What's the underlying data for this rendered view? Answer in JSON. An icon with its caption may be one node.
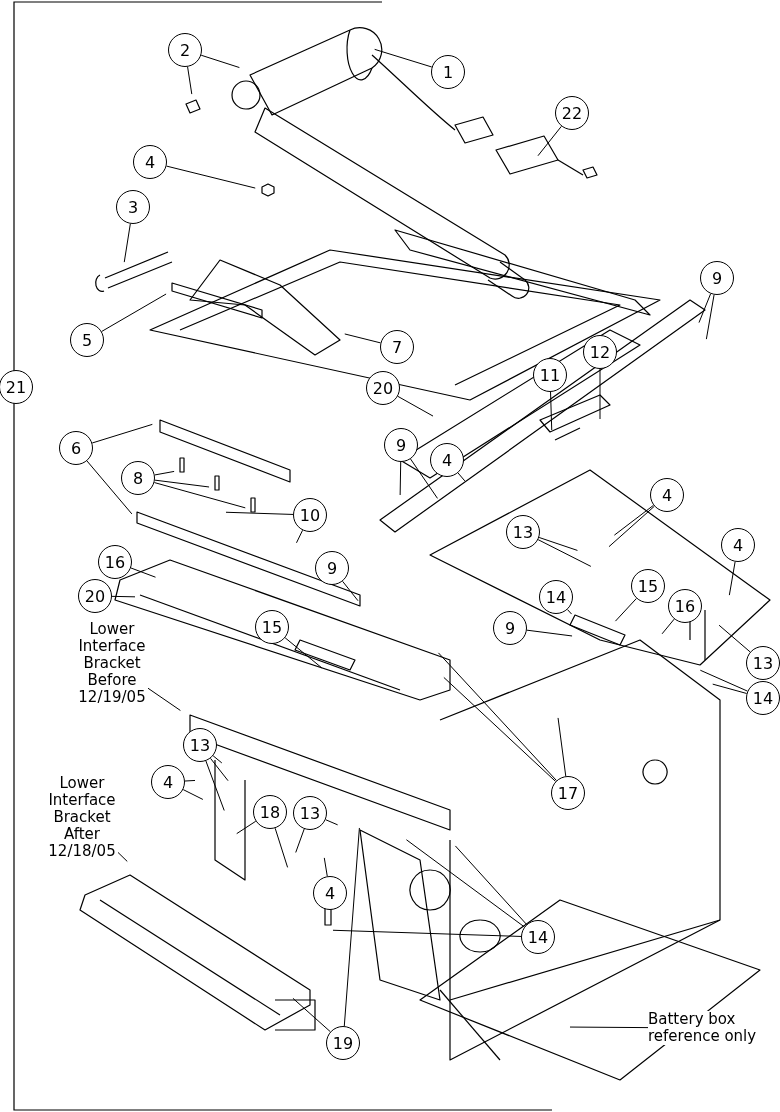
{
  "diagram": {
    "nodes": [
      {
        "text": [
          "2"
        ]
      },
      {
        "text": [
          "9"
        ]
      },
      {
        "text": [
          "1"
        ]
      },
      {
        "text": [
          "22"
        ]
      },
      {
        "text": [
          "4"
        ]
      },
      {
        "text": [
          "3"
        ]
      },
      {
        "text": [
          "5"
        ]
      },
      {
        "text": [
          "7"
        ]
      },
      {
        "text": [
          "12"
        ]
      },
      {
        "text": [
          "11"
        ]
      },
      {
        "text": [
          "21"
        ]
      },
      {
        "text": [
          "20"
        ]
      },
      {
        "text": [
          "9"
        ]
      },
      {
        "text": [
          "6"
        ]
      },
      {
        "text": [
          "4"
        ]
      },
      {
        "text": [
          "8"
        ]
      },
      {
        "text": [
          "4"
        ]
      },
      {
        "text": [
          "10"
        ]
      },
      {
        "text": [
          "13"
        ]
      },
      {
        "text": [
          "4"
        ]
      },
      {
        "text": [
          "16"
        ]
      },
      {
        "text": [
          "9"
        ]
      },
      {
        "text": [
          "15"
        ]
      },
      {
        "text": [
          "14"
        ]
      },
      {
        "text": [
          "20"
        ]
      },
      {
        "text": [
          "16"
        ]
      },
      {
        "text": [
          "9"
        ]
      },
      {
        "text": [
          "15"
        ]
      },
      {
        "text": [
          "Lower Interface Bracket Before 12/19/05"
        ]
      },
      {
        "text": [
          "13"
        ]
      },
      {
        "text": [
          "14"
        ]
      },
      {
        "text": [
          "17"
        ]
      },
      {
        "text": [
          "13"
        ]
      },
      {
        "text": [
          "4"
        ]
      },
      {
        "text": [
          "Lower Interface Bracket After 12/18/05"
        ]
      },
      {
        "text": [
          "18"
        ]
      },
      {
        "text": [
          "13"
        ]
      },
      {
        "text": [
          "4"
        ]
      },
      {
        "text": [
          "14"
        ]
      },
      {
        "text": [
          "Battery box reference only"
        ]
      },
      {
        "text": [
          "19"
        ]
      }
    ],
    "edges": [
      {
        "from": 0,
        "to": null,
        "arrow": "none"
      },
      {
        "from": 0,
        "to": null,
        "arrow": "none"
      },
      {
        "from": 1,
        "to": null,
        "arrow": "none"
      },
      {
        "from": 1,
        "to": null,
        "arrow": "none"
      },
      {
        "from": 2,
        "to": null,
        "arrow": "none"
      },
      {
        "from": 3,
        "to": null,
        "arrow": "none"
      },
      {
        "from": 4,
        "to": null,
        "arrow": "none"
      },
      {
        "from": 5,
        "to": null,
        "arrow": "none"
      },
      {
        "from": 6,
        "to": null,
        "arrow": "none"
      },
      {
        "from": 7,
        "to": null,
        "arrow": "none"
      },
      {
        "from": 8,
        "to": null,
        "arrow": "none"
      },
      {
        "from": 9,
        "to": null,
        "arrow": "none"
      },
      {
        "from": 11,
        "to": null,
        "arrow": "none"
      },
      {
        "from": 12,
        "to": null,
        "arrow": "none"
      },
      {
        "from": 12,
        "to": null,
        "arrow": "none"
      },
      {
        "from": 13,
        "to": null,
        "arrow": "none"
      },
      {
        "from": 13,
        "to": null,
        "arrow": "none"
      },
      {
        "from": 14,
        "to": null,
        "arrow": "none"
      },
      {
        "from": 15,
        "to": null,
        "arrow": "none"
      },
      {
        "from": 15,
        "to": null,
        "arrow": "none"
      },
      {
        "from": 15,
        "to": null,
        "arrow": "none"
      },
      {
        "from": 16,
        "to": null,
        "arrow": "none"
      },
      {
        "from": 16,
        "to": null,
        "arrow": "none"
      },
      {
        "from": 17,
        "to": null,
        "arrow": "none"
      },
      {
        "from": 17,
        "to": null,
        "arrow": "none"
      },
      {
        "from": 18,
        "to": null,
        "arrow": "none"
      },
      {
        "from": 18,
        "to": null,
        "arrow": "none"
      },
      {
        "from": 19,
        "to": null,
        "arrow": "none"
      },
      {
        "from": 20,
        "to": null,
        "arrow": "none"
      },
      {
        "from": 21,
        "to": null,
        "arrow": "none"
      },
      {
        "from": 22,
        "to": null,
        "arrow": "none"
      },
      {
        "from": 23,
        "to": null,
        "arrow": "none"
      },
      {
        "from": 24,
        "to": null,
        "arrow": "none"
      },
      {
        "from": 25,
        "to": null,
        "arrow": "none"
      },
      {
        "from": 26,
        "to": null,
        "arrow": "none"
      },
      {
        "from": 27,
        "to": null,
        "arrow": "none"
      },
      {
        "from": 28,
        "to": null,
        "arrow": "none"
      },
      {
        "from": 29,
        "to": null,
        "arrow": "none"
      },
      {
        "from": 30,
        "to": null,
        "arrow": "none"
      },
      {
        "from": 30,
        "to": null,
        "arrow": "none"
      },
      {
        "from": 31,
        "to": null,
        "arrow": "none"
      },
      {
        "from": 31,
        "to": null,
        "arrow": "none"
      },
      {
        "from": 31,
        "to": null,
        "arrow": "none"
      },
      {
        "from": 32,
        "to": null,
        "arrow": "none"
      },
      {
        "from": 32,
        "to": null,
        "arrow": "none"
      },
      {
        "from": 32,
        "to": null,
        "arrow": "none"
      },
      {
        "from": 33,
        "to": null,
        "arrow": "none"
      },
      {
        "from": 33,
        "to": null,
        "arrow": "none"
      },
      {
        "from": 34,
        "to": null,
        "arrow": "none"
      },
      {
        "from": 35,
        "to": null,
        "arrow": "none"
      },
      {
        "from": 35,
        "to": null,
        "arrow": "none"
      },
      {
        "from": 36,
        "to": null,
        "arrow": "none"
      },
      {
        "from": 36,
        "to": null,
        "arrow": "none"
      },
      {
        "from": 37,
        "to": null,
        "arrow": "none"
      },
      {
        "from": 38,
        "to": null,
        "arrow": "none"
      },
      {
        "from": 38,
        "to": null,
        "arrow": "none"
      },
      {
        "from": 38,
        "to": null,
        "arrow": "none"
      },
      {
        "from": 39,
        "to": null,
        "arrow": "none"
      },
      {
        "from": 40,
        "to": null,
        "arrow": "none"
      },
      {
        "from": 40,
        "to": null,
        "arrow": "none"
      }
    ]
  }
}
